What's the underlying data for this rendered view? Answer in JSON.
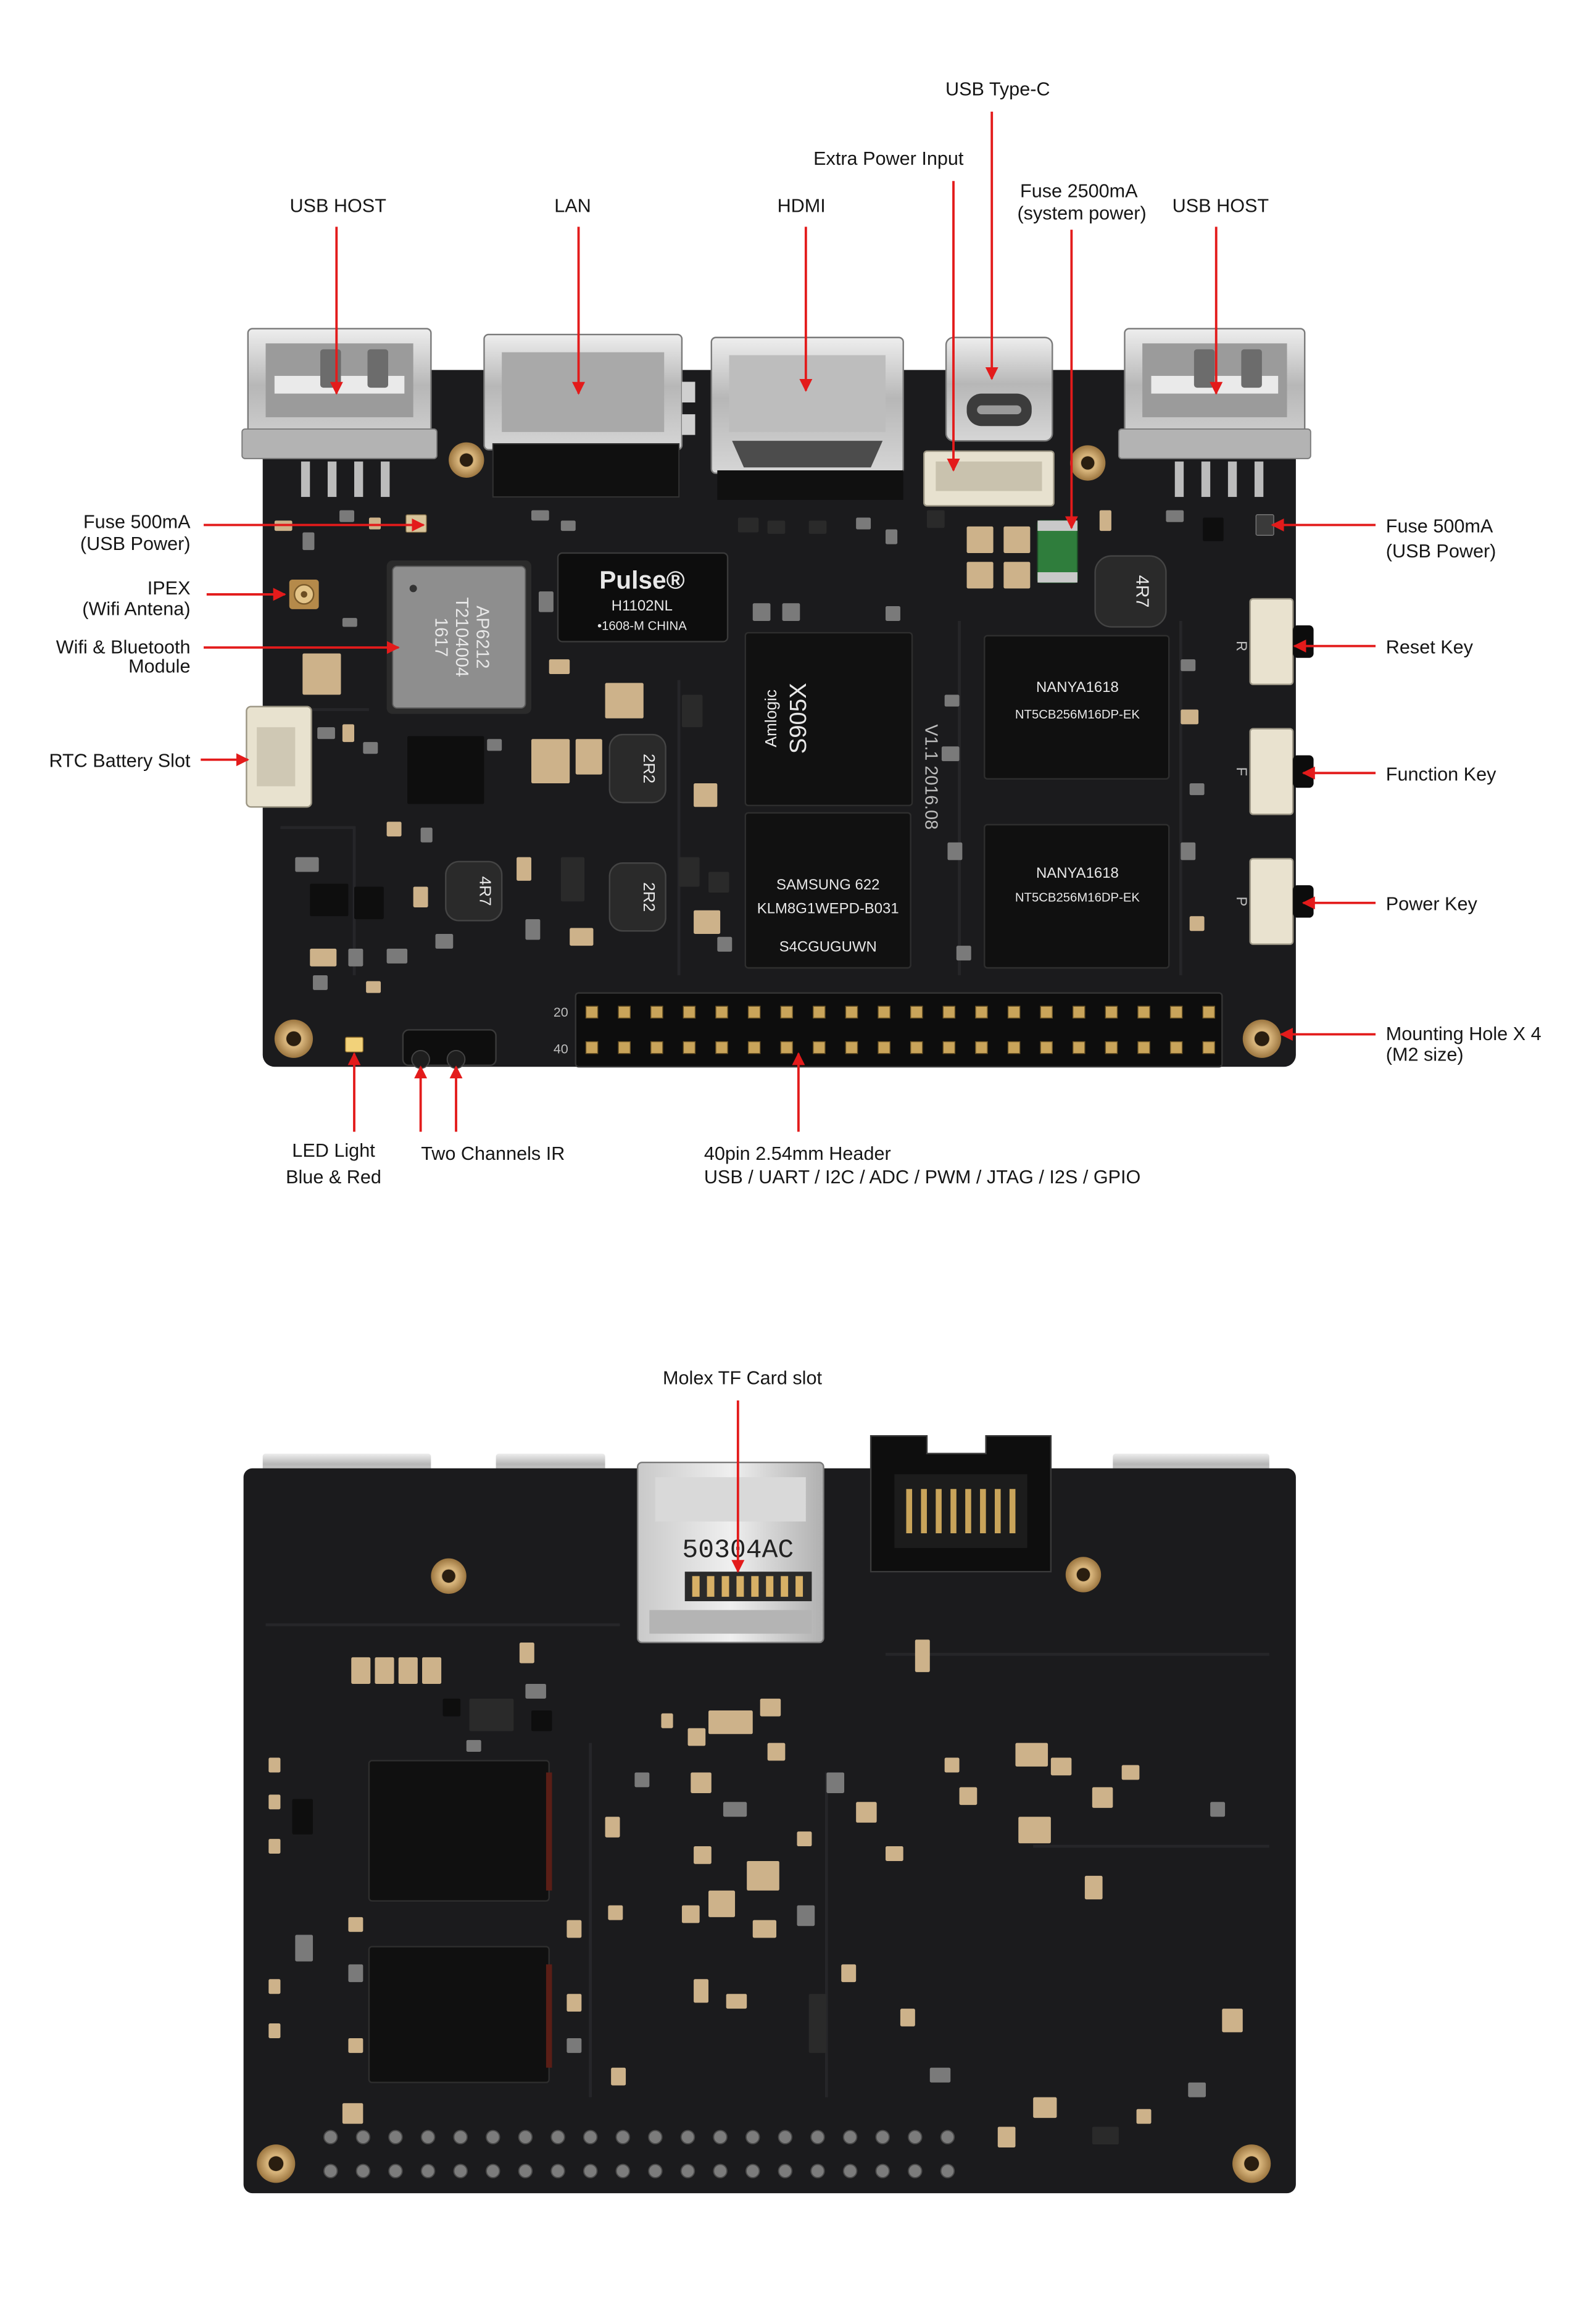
{
  "diagram": {
    "top_labels": {
      "usb_host_left": "USB HOST",
      "lan": "LAN",
      "hdmi": "HDMI",
      "usb_type_c": "USB Type-C",
      "extra_power_input": "Extra Power Input",
      "fuse_2500_line1": "Fuse 2500mA",
      "fuse_2500_line2": "(system power)",
      "usb_host_right": "USB HOST"
    },
    "left_labels": {
      "fuse_500_line1": "Fuse 500mA",
      "fuse_500_line2": "(USB Power)",
      "ipex_line1": "IPEX",
      "ipex_line2": "(Wifi Antena)",
      "wifi_bt_line1": "Wifi & Bluetooth",
      "wifi_bt_line2": "Module",
      "rtc_battery": "RTC Battery Slot"
    },
    "right_labels": {
      "fuse_500_line1": "Fuse 500mA",
      "fuse_500_line2": "(USB Power)",
      "reset_key": "Reset Key",
      "function_key": "Function Key",
      "power_key": "Power Key",
      "mounting_hole_line1": "Mounting Hole X 4",
      "mounting_hole_line2": "(M2 size)"
    },
    "bottom_labels": {
      "led_line1": "LED Light",
      "led_line2": "Blue & Red",
      "ir": "Two Channels IR",
      "header_line1": "40pin 2.54mm Header",
      "header_line2": "USB / UART / I2C / ADC / PWM / JTAG / I2S / GPIO"
    },
    "back_labels": {
      "tf_card": "Molex TF Card slot"
    }
  },
  "board_markings": {
    "pulse_brand": "Pulse®",
    "pulse_part": "H1102NL",
    "pulse_lot": "•1608-M CHINA",
    "wifi_chip_line1": "AP6212",
    "wifi_chip_line2": "T2104004",
    "wifi_chip_line3": "1617",
    "soc_brand": "Amlogic",
    "soc_part": "S905X",
    "emmc_line1": "SAMSUNG 622",
    "emmc_line2": "KLM8G1WEPD-B031",
    "emmc_line3": "S4CGUGUWN",
    "ram_brand": "NANYA1618",
    "ram_part": "NT5CB256M16DP-EK",
    "board_version": "V1.1 2016.08",
    "inductor_4r7": "4R7",
    "inductor_2r2": "2R2",
    "reset_silk": "R",
    "function_silk": "F",
    "power_silk": "P",
    "header_pin_20": "20",
    "header_pin_40": "40",
    "tf_slot_marking": "50304AC"
  },
  "colors": {
    "arrow": "#e31b1b",
    "pcb": "#1b1b1d",
    "metal": "#c4c4c4",
    "gold": "#c9a46a",
    "label_text": "#161616"
  }
}
